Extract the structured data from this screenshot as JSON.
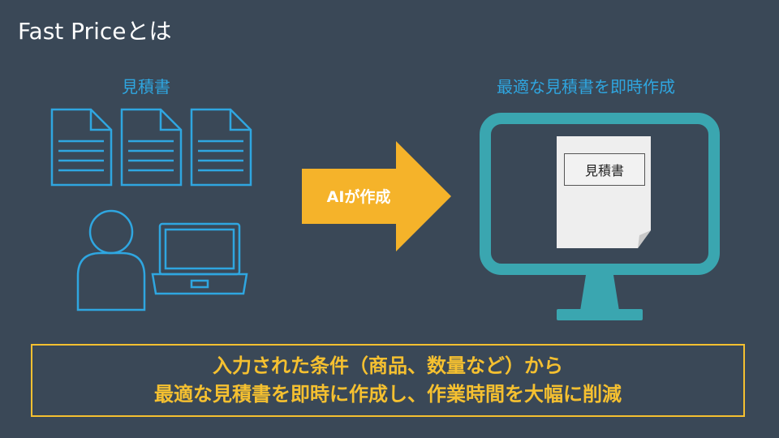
{
  "header": {
    "title": "Fast Priceとは"
  },
  "left": {
    "label": "見積書"
  },
  "right": {
    "label": "最適な見積書を即時作成",
    "doc_label": "見積書"
  },
  "arrow": {
    "label": "AIが作成"
  },
  "summary": {
    "line1": "入力された条件（商品、数量など）から",
    "line2": "最適な見積書を即時に作成し、作業時間を大幅に削減"
  },
  "colors": {
    "background": "#3a4857",
    "accent_blue": "#2fa6e0",
    "arrow_yellow": "#f5b32a",
    "monitor_teal": "#3aa6b0",
    "summary_yellow": "#f5c030"
  }
}
